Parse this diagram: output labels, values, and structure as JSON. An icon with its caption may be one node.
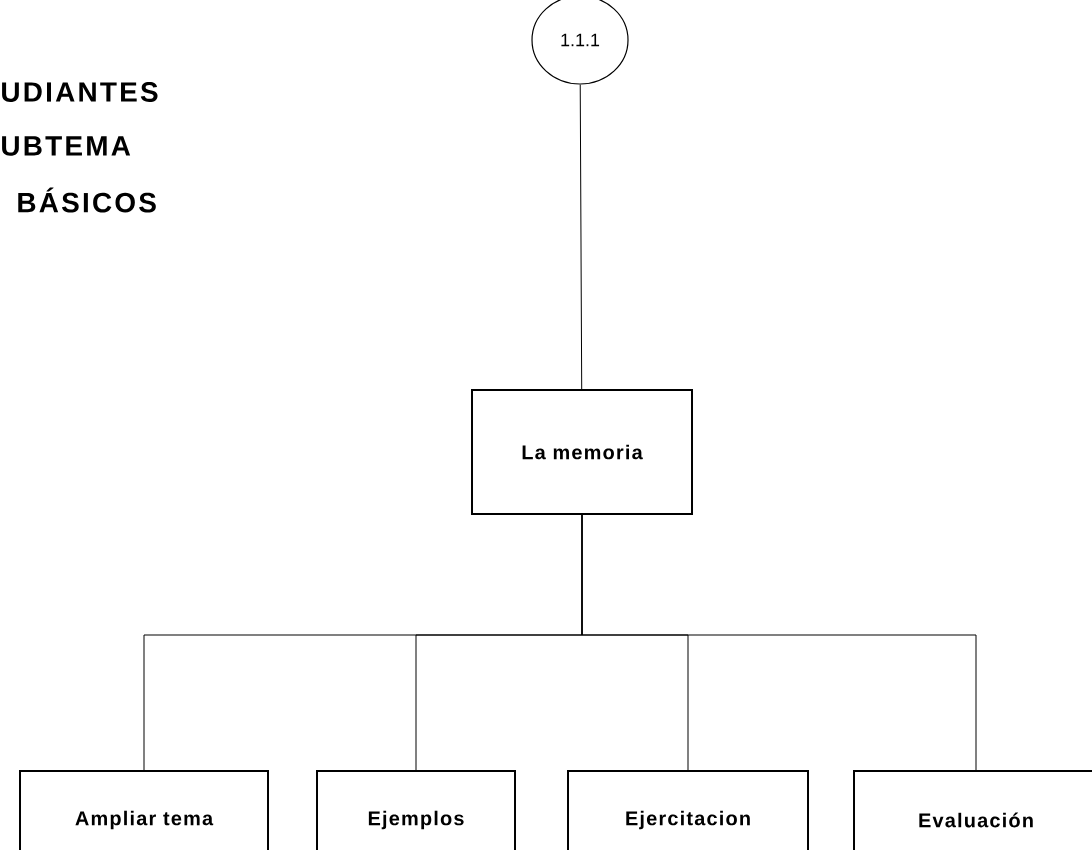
{
  "diagram": {
    "nodes": [
      {
        "text": [
          "1.1.1"
        ]
      },
      {
        "text": [
          "La memoria"
        ]
      },
      {
        "text": [
          "Ampliar tema"
        ]
      },
      {
        "text": [
          "Ejemplos"
        ]
      },
      {
        "text": [
          "Ejercitacion"
        ]
      },
      {
        "text": [
          "Evaluación"
        ]
      }
    ],
    "edges": [
      {
        "from": 0,
        "to": 1,
        "arrow": "none"
      },
      {
        "from": 1,
        "to": 2,
        "arrow": "none"
      },
      {
        "from": 1,
        "to": 3,
        "arrow": "none"
      },
      {
        "from": 1,
        "to": 4,
        "arrow": "none"
      },
      {
        "from": 1,
        "to": 5,
        "arrow": "none"
      }
    ],
    "labels": [
      "UDIANTES",
      "UBTEMA",
      "BÁSICOS"
    ]
  }
}
